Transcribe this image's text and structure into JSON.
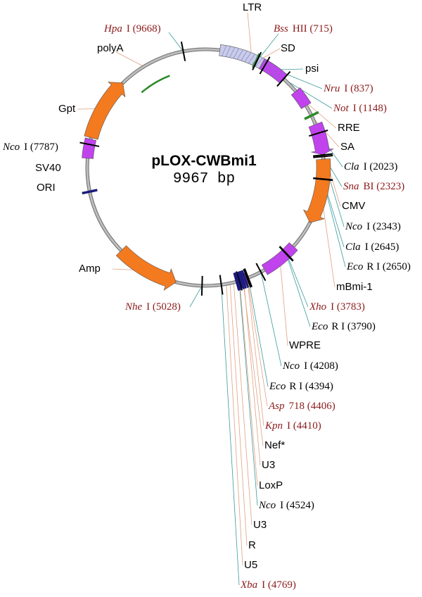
{
  "plasmid": {
    "name": "pLOX-CWBmi1",
    "size_text": "9967 bp",
    "length": 9967
  },
  "colors": {
    "backbone": "#bdbdbd",
    "backbone_edge": "#6b6b6b",
    "feature_orange": "#f47a1f",
    "feature_purple": "#c043ee",
    "ltr_fill": "#c9cbea",
    "green": "#2a8a2a",
    "navy": "#1a1a7a",
    "site_tick": "#000000",
    "enzyme_red": "#8b1a1a",
    "leader_teal": "#3a9a9a",
    "leader_peach": "#e0a080"
  },
  "features": [
    {
      "id": "ltr",
      "start": 195,
      "end": 1080,
      "kind": "box",
      "color": "ltr_fill",
      "label": "LTR"
    },
    {
      "id": "sd",
      "start": 706,
      "end": 736,
      "kind": "tick",
      "color": "green",
      "label": "SD"
    },
    {
      "id": "psi",
      "start": 790,
      "end": 1150,
      "kind": "box",
      "color": "feature_purple",
      "label": "psi"
    },
    {
      "id": "rre",
      "start": 1380,
      "end": 1620,
      "kind": "box",
      "color": "feature_purple",
      "label": "RRE"
    },
    {
      "id": "sa",
      "start": 1770,
      "end": 1800,
      "kind": "tick",
      "color": "green",
      "label": "SA"
    },
    {
      "id": "cmv",
      "start": 1900,
      "end": 2320,
      "kind": "arrow",
      "color": "feature_purple",
      "label": "CMV"
    },
    {
      "id": "mbmi1",
      "start": 2380,
      "end": 3260,
      "kind": "arrow",
      "color": "feature_orange",
      "label": "mBmi-1"
    },
    {
      "id": "wpre",
      "start": 3650,
      "end": 4150,
      "kind": "box",
      "color": "feature_purple",
      "label": "WPRE"
    },
    {
      "id": "nef",
      "start": 4420,
      "end": 4520,
      "kind": "box",
      "color": "feature_purple",
      "label": "Nef*"
    },
    {
      "id": "loxp",
      "start": 4505,
      "end": 4530,
      "kind": "tick",
      "color": "navy",
      "label": "LoxP"
    },
    {
      "id": "amp",
      "start": 5380,
      "end": 6240,
      "kind": "arrow_rev",
      "color": "feature_orange",
      "label": "Amp"
    },
    {
      "id": "ori",
      "start": 7150,
      "end": 7180,
      "kind": "tick",
      "color": "navy",
      "label": "ORI"
    },
    {
      "id": "sv40",
      "start": 7600,
      "end": 7860,
      "kind": "box",
      "color": "feature_purple",
      "label": "SV40"
    },
    {
      "id": "gpt",
      "start": 7880,
      "end": 8740,
      "kind": "arrow",
      "color": "feature_orange",
      "label": "Gpt"
    },
    {
      "id": "polya",
      "start": 8850,
      "end": 9380,
      "kind": "inner",
      "color": "green",
      "label": "polyA"
    }
  ],
  "sites": [
    {
      "id": "hpa",
      "name": "Hpa",
      "suffix": "I (9668)",
      "pos": 9668,
      "red": true
    },
    {
      "id": "bss",
      "name": "Bss",
      "suffix": "HII (715)",
      "pos": 715,
      "red": true
    },
    {
      "id": "nru",
      "name": "Nru",
      "suffix": "I (837)",
      "pos": 837,
      "red": true
    },
    {
      "id": "not",
      "name": "Not",
      "suffix": "I (1148)",
      "pos": 1148,
      "red": true
    },
    {
      "id": "cla1",
      "name": "Cla",
      "suffix": "I (2023)",
      "pos": 2023,
      "red": false
    },
    {
      "id": "sna",
      "name": "Sna",
      "suffix": "BI (2323)",
      "pos": 2323,
      "red": true
    },
    {
      "id": "nco2343",
      "name": "Nco",
      "suffix": "I (2343)",
      "pos": 2343,
      "red": false
    },
    {
      "id": "cla2",
      "name": "Cla",
      "suffix": "I (2645)",
      "pos": 2645,
      "red": false
    },
    {
      "id": "eco2650",
      "name": "Eco",
      "suffix": "R I (2650)",
      "pos": 2650,
      "red": false
    },
    {
      "id": "xho",
      "name": "Xho",
      "suffix": "I (3783)",
      "pos": 3783,
      "red": true
    },
    {
      "id": "eco3790",
      "name": "Eco",
      "suffix": "R I (3790)",
      "pos": 3790,
      "red": false
    },
    {
      "id": "nco4208",
      "name": "Nco",
      "suffix": "I (4208)",
      "pos": 4208,
      "red": false
    },
    {
      "id": "eco4394",
      "name": "Eco",
      "suffix": "R I (4394)",
      "pos": 4394,
      "red": false
    },
    {
      "id": "asp",
      "name": "Asp",
      "suffix": "718 (4406)",
      "pos": 4406,
      "red": true
    },
    {
      "id": "kpn",
      "name": "Kpn",
      "suffix": "I (4410)",
      "pos": 4410,
      "red": true
    },
    {
      "id": "nco4524",
      "name": "Nco",
      "suffix": "I (4524)",
      "pos": 4524,
      "red": false
    },
    {
      "id": "xba",
      "name": "Xba",
      "suffix": "I (4769)",
      "pos": 4769,
      "red": true
    },
    {
      "id": "nhe",
      "name": "Nhe",
      "suffix": "I (5028)",
      "pos": 5028,
      "red": true
    },
    {
      "id": "nco7787",
      "name": "Nco",
      "suffix": "I (7787)",
      "pos": 7787,
      "red": false
    }
  ],
  "element_labels": {
    "ltr": "LTR",
    "sd": "SD",
    "psi": "psi",
    "rre": "RRE",
    "sa": "SA",
    "cmv": "CMV",
    "mbmi1": "mBmi-1",
    "wpre": "WPRE",
    "nef": "Nef*",
    "u3a": "U3",
    "loxp": "LoxP",
    "u3b": "U3",
    "r": "R",
    "u5": "U5",
    "polya": "polyA",
    "gpt": "Gpt",
    "sv40": "SV40",
    "ori": "ORI",
    "amp": "Amp"
  }
}
